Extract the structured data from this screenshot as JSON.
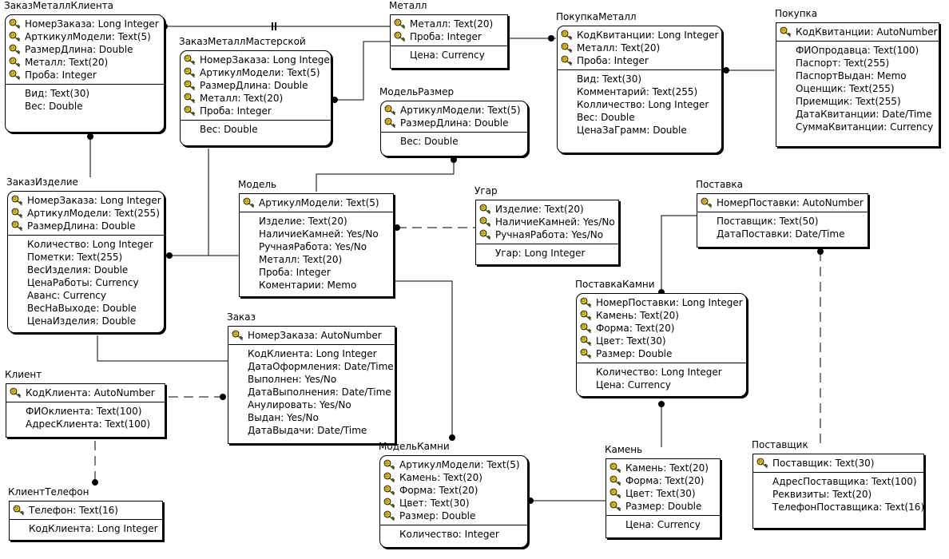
{
  "entities": [
    {
      "id": "zmk",
      "name": "ЗаказМеталлКлиента",
      "dependent": true,
      "keys": [
        "НомерЗаказа: Long Integer",
        "АрткикулМодели: Text(5)",
        "РазмерДлина: Double",
        "Металл: Text(20)",
        "Проба: Integer"
      ],
      "attrs": [
        "Вид: Text(30)",
        "Вес: Double"
      ]
    },
    {
      "id": "zmm",
      "name": "ЗаказМеталлМастерской",
      "dependent": true,
      "keys": [
        "НомерЗаказа: Long Integer",
        "АртикулМодели: Text(5)",
        "РазмерДлина: Double",
        "Металл: Text(20)",
        "Проба: Integer"
      ],
      "attrs": [
        "Вес: Double"
      ]
    },
    {
      "id": "metall",
      "name": "Металл",
      "dependent": false,
      "keys": [
        "Металл: Text(20)",
        "Проба: Integer"
      ],
      "attrs": [
        "Цена: Currency"
      ]
    },
    {
      "id": "pokmet",
      "name": "ПокупкаМеталл",
      "dependent": true,
      "keys": [
        "КодКвитанции: Long Integer",
        "Металл: Text(20)",
        "Проба: Integer"
      ],
      "attrs": [
        "Вид: Text(30)",
        "Комментарий: Text(255)",
        "Колличество: Long Integer",
        "Вес: Double",
        "ЦенаЗаГрамм: Double"
      ]
    },
    {
      "id": "pokupka",
      "name": "Покупка",
      "dependent": false,
      "keys": [
        "КодКвитанции: AutoNumber"
      ],
      "attrs": [
        "ФИОпродавца: Text(100)",
        "Паспорт: Text(255)",
        "ПаспортВыдан: Memo",
        "Оценщик: Text(255)",
        "Приемщик: Text(255)",
        "ДатаКвитанции: Date/Time",
        "СуммаКвитанции: Currency"
      ]
    },
    {
      "id": "modrazm",
      "name": "МодельРазмер",
      "dependent": true,
      "keys": [
        "АртикулМодели: Text(5)",
        "РазмерДлина: Double"
      ],
      "attrs": [
        "Вес: Double"
      ]
    },
    {
      "id": "zakizd",
      "name": "ЗаказИзделие",
      "dependent": true,
      "keys": [
        "НомерЗаказа: Long Integer",
        "АртикулМодели: Text(255)",
        "РазмерДлина: Double"
      ],
      "attrs": [
        "Количество: Long Integer",
        "Пометки: Text(255)",
        "ВесИзделия: Double",
        "ЦенаРаботы: Currency",
        "Аванс: Currency",
        "ВесНаВыходе: Double",
        "ЦенаИзделия: Double"
      ]
    },
    {
      "id": "model",
      "name": "Модель",
      "dependent": false,
      "keys": [
        "АртикулМодели: Text(5)"
      ],
      "attrs": [
        "Изделие: Text(20)",
        "НаличиеКамней: Yes/No",
        "РучнаяРабота: Yes/No",
        "Металл: Text(20)",
        "Проба: Integer",
        "Коментарии: Memo"
      ]
    },
    {
      "id": "ugar",
      "name": "Угар",
      "dependent": false,
      "keys": [
        "Изделие: Text(20)",
        "НаличиеКамней: Yes/No",
        "РучнаяРабота: Yes/No"
      ],
      "attrs": [
        "Угар: Long Integer"
      ]
    },
    {
      "id": "postavka",
      "name": "Поставка",
      "dependent": false,
      "keys": [
        "НомерПоставки: AutoNumber"
      ],
      "attrs": [
        "Поставщик: Text(50)",
        "ДатаПоставки: Date/Time"
      ]
    },
    {
      "id": "postkam",
      "name": "ПоставкаКамни",
      "dependent": true,
      "keys": [
        "НомерПоставки: Long Integer",
        "Камень: Text(20)",
        "Форма: Text(20)",
        "Цвет: Text(30)",
        "Размер: Double"
      ],
      "attrs": [
        "Количество: Long Integer",
        "Цена: Currency"
      ]
    },
    {
      "id": "zakaz",
      "name": "Заказ",
      "dependent": false,
      "keys": [
        "НомерЗаказа: AutoNumber"
      ],
      "attrs": [
        "КодКлиента: Long Integer",
        "ДатаОформления: Date/Time",
        "Выполнен: Yes/No",
        "ДатаВыполнения: Date/Time",
        "Анулировать: Yes/No",
        "Выдан: Yes/No",
        "ДатаВыдачи: Date/Time"
      ]
    },
    {
      "id": "klient",
      "name": "Клиент",
      "dependent": false,
      "keys": [
        "КодКлиента: AutoNumber"
      ],
      "attrs": [
        "ФИОклиента: Text(100)",
        "АдресКлиента: Text(100)"
      ]
    },
    {
      "id": "kltel",
      "name": "КлиентТелефон",
      "dependent": false,
      "keys": [
        "Телефон: Text(16)"
      ],
      "attrs": [
        "КодКлиента: Long Integer"
      ]
    },
    {
      "id": "modkam",
      "name": "МодельКамни",
      "dependent": true,
      "keys": [
        "АртикулМодели: Text(5)",
        "Камень: Text(20)",
        "Форма: Text(20)",
        "Цвет: Text(30)",
        "Размер: Double"
      ],
      "attrs": [
        "Количество: Integer"
      ]
    },
    {
      "id": "kamen",
      "name": "Камень",
      "dependent": false,
      "keys": [
        "Камень: Text(20)",
        "Форма: Text(20)",
        "Цвет: Text(30)",
        "Размер: Double"
      ],
      "attrs": [
        "Цена: Currency"
      ]
    },
    {
      "id": "postavshik",
      "name": "Поставщик",
      "dependent": false,
      "keys": [
        "Поставщик: Text(30)"
      ],
      "attrs": [
        "АдресПоставщика: Text(100)",
        "Реквизиты: Text(20)",
        "ТелефонПоставщика: Text(16)"
      ]
    }
  ],
  "icons": {
    "key": "key-icon"
  },
  "colors": {
    "line": "#000000",
    "key_gold": "#d8b400",
    "background": "#ffffff"
  }
}
